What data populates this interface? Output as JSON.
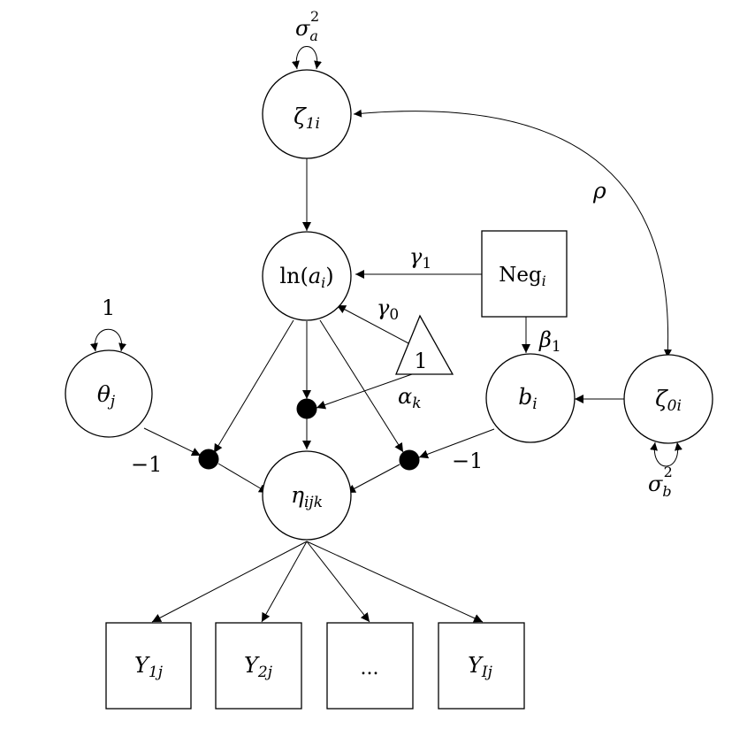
{
  "nodes": {
    "zeta1": {
      "symbol": "ζ",
      "sub": "1i"
    },
    "ln_a": {
      "prefix": "ln(",
      "symbol": "a",
      "sub": "i",
      "suffix": ")"
    },
    "neg": {
      "text": "Neg",
      "sub": "i"
    },
    "one_triangle": {
      "text": "1"
    },
    "theta": {
      "symbol": "θ",
      "sub": "j"
    },
    "b": {
      "symbol": "b",
      "sub": "i"
    },
    "zeta0": {
      "symbol": "ζ",
      "sub": "0i"
    },
    "eta": {
      "symbol": "η",
      "sub": "ijk"
    },
    "y1": {
      "symbol": "Y",
      "sub": "1j"
    },
    "y2": {
      "symbol": "Y",
      "sub": "2j"
    },
    "yd": {
      "text": "..."
    },
    "yI": {
      "symbol": "Y",
      "sub": "Ij"
    }
  },
  "edge_labels": {
    "sigma_a": {
      "symbol": "σ",
      "sub": "a",
      "sup": "2"
    },
    "sigma_b": {
      "symbol": "σ",
      "sub": "b",
      "sup": "2"
    },
    "theta_var": "1",
    "rho": "ρ",
    "gamma1": {
      "symbol": "γ",
      "sub": "1"
    },
    "gamma0": {
      "symbol": "γ",
      "sub": "0"
    },
    "beta1": {
      "symbol": "β",
      "sub": "1"
    },
    "alpha_k": {
      "symbol": "α",
      "sub": "k"
    },
    "minus_theta": "−1",
    "minus_b": "−1"
  }
}
